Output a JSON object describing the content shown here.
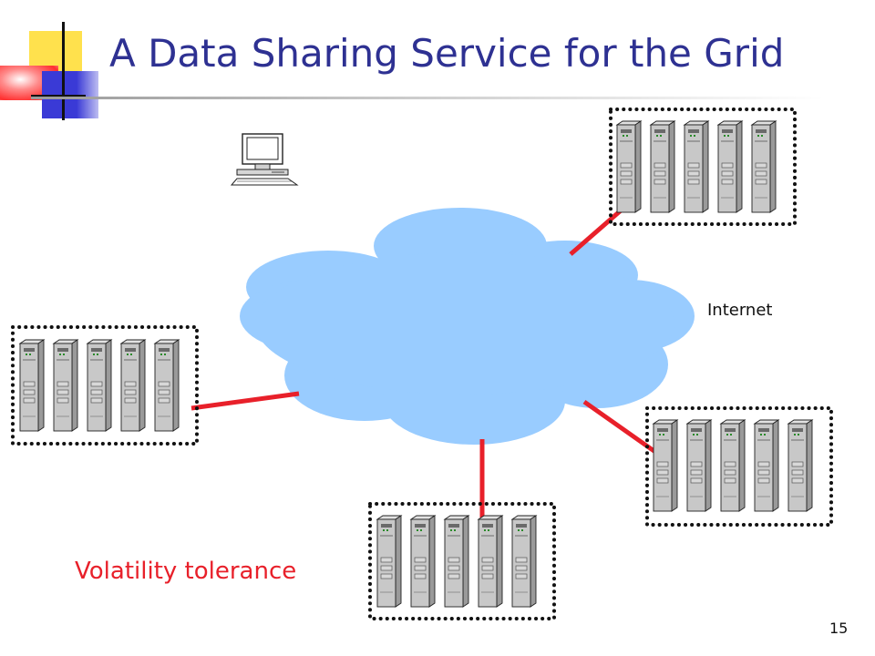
{
  "slide": {
    "title": "A Data Sharing Service for the Grid",
    "page_number": "15"
  },
  "diagram": {
    "internet_label": "Internet",
    "annotation": "Volatility tolerance",
    "client_icon": "desktop-computer-icon",
    "cluster_icon": "server-tower-icon",
    "clusters": [
      {
        "name": "cluster-top-right",
        "servers": 5
      },
      {
        "name": "cluster-left",
        "servers": 5
      },
      {
        "name": "cluster-bottom",
        "servers": 5
      },
      {
        "name": "cluster-right",
        "servers": 5
      }
    ]
  },
  "colors": {
    "title": "#2e3192",
    "cloud": "#99ccff",
    "link": "#e8202a",
    "annotation": "#e8202a",
    "deco_yellow": "#ffe14d",
    "deco_red": "#ff3b3b",
    "deco_blue": "#3a3ad6"
  }
}
